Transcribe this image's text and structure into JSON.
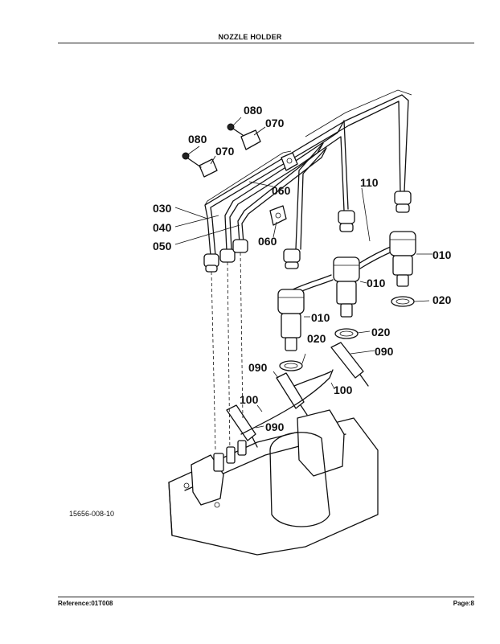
{
  "header": {
    "title": "NOZZLE HOLDER"
  },
  "figure": {
    "code": "15656-008-10"
  },
  "callouts": [
    {
      "id": "callout-080-a",
      "text": "080"
    },
    {
      "id": "callout-070-a",
      "text": "070"
    },
    {
      "id": "callout-080-b",
      "text": "080"
    },
    {
      "id": "callout-070-b",
      "text": "070"
    },
    {
      "id": "callout-060-a",
      "text": "060"
    },
    {
      "id": "callout-110",
      "text": "110"
    },
    {
      "id": "callout-030",
      "text": "030"
    },
    {
      "id": "callout-040",
      "text": "040"
    },
    {
      "id": "callout-050",
      "text": "050"
    },
    {
      "id": "callout-060-b",
      "text": "060"
    },
    {
      "id": "callout-010-a",
      "text": "010"
    },
    {
      "id": "callout-010-b",
      "text": "010"
    },
    {
      "id": "callout-020-a",
      "text": "020"
    },
    {
      "id": "callout-010-c",
      "text": "010"
    },
    {
      "id": "callout-020-b",
      "text": "020"
    },
    {
      "id": "callout-020-c",
      "text": "020"
    },
    {
      "id": "callout-090-a",
      "text": "090"
    },
    {
      "id": "callout-090-b",
      "text": "090"
    },
    {
      "id": "callout-100-a",
      "text": "100"
    },
    {
      "id": "callout-100-b",
      "text": "100"
    },
    {
      "id": "callout-090-c",
      "text": "090"
    }
  ],
  "footer": {
    "reference": "Reference:01T008",
    "page": "Page:8"
  }
}
